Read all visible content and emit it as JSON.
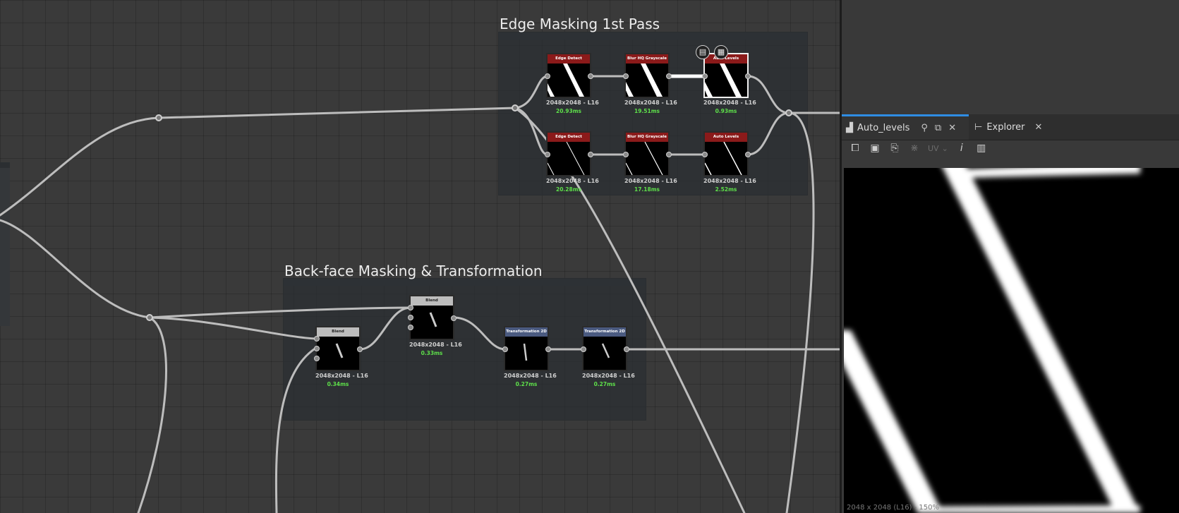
{
  "frames": {
    "edge_title": "Edge Masking 1st Pass",
    "backface_title": "Back-face Masking & Transformation"
  },
  "nodes": {
    "edge_detect_1": {
      "name": "Edge Detect",
      "res": "2048x2048 - L16",
      "ms": "20.93ms"
    },
    "blur_1": {
      "name": "Blur HQ Grayscale",
      "res": "2048x2048 - L16",
      "ms": "19.51ms"
    },
    "auto_levels_1": {
      "name": "Auto Levels",
      "res": "2048x2048 - L16",
      "ms": "0.93ms"
    },
    "edge_detect_2": {
      "name": "Edge Detect",
      "res": "2048x2048 - L16",
      "ms": "20.28ms"
    },
    "blur_2": {
      "name": "Blur HQ Grayscale",
      "res": "2048x2048 - L16",
      "ms": "17.18ms"
    },
    "auto_levels_2": {
      "name": "Auto Levels",
      "res": "2048x2048 - L16",
      "ms": "2.52ms"
    },
    "blend_1": {
      "name": "Blend",
      "res": "2048x2048 - L16",
      "ms": "0.34ms"
    },
    "blend_2": {
      "name": "Blend",
      "res": "2048x2048 - L16",
      "ms": "0.33ms"
    },
    "transform_1": {
      "name": "Transformation 2D",
      "res": "2048x2048 - L16",
      "ms": "0.27ms"
    },
    "transform_2": {
      "name": "Transformation 2D",
      "res": "2048x2048 - L16",
      "ms": "0.27ms"
    }
  },
  "panel": {
    "tab_active": "Auto_levels",
    "tab_explorer": "Explorer",
    "toolbar_uv": "UV",
    "status": "2048 x 2048 (L16) - 150%"
  },
  "icons": {
    "view": "view-icon",
    "pin": "pin-icon",
    "float": "float-icon",
    "close": "close-icon",
    "explorer": "explorer-icon",
    "save": "save-icon",
    "copy": "copy-icon",
    "info": "info-icon",
    "histogram": "histogram-icon"
  },
  "colors": {
    "accent": "#2f8de4",
    "timing": "#5ee04a",
    "atomic_header": "#8b1a1a",
    "transform_header": "#4a5a80"
  }
}
